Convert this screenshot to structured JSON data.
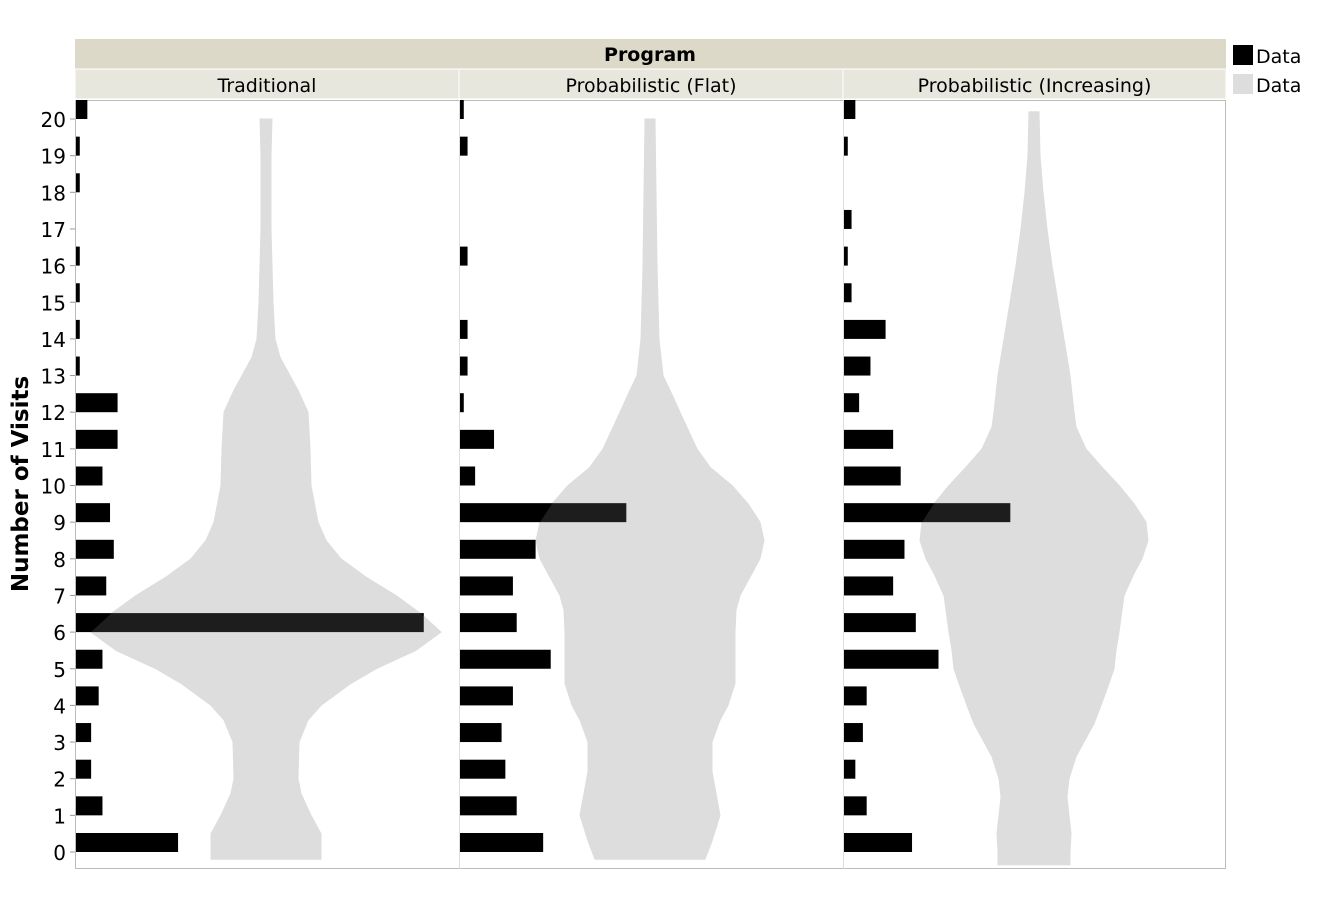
{
  "chart_data": {
    "type": "bar",
    "title": "",
    "group_header": "Program",
    "ylabel": "Number of Visits",
    "ylim": [
      0,
      20
    ],
    "yticks": [
      0,
      1,
      2,
      3,
      4,
      5,
      6,
      7,
      8,
      9,
      10,
      11,
      12,
      13,
      14,
      15,
      16,
      17,
      18,
      19,
      20
    ],
    "legend": {
      "placement": "top-right",
      "entries": [
        {
          "label": "Data",
          "color": "#000000"
        },
        {
          "label": "Data",
          "color": "#dddddd"
        }
      ]
    },
    "bar_color": "#000000",
    "violin_color": "#dddddd",
    "panels": [
      {
        "name": "Traditional",
        "counts": [
          27,
          7,
          4,
          4,
          6,
          7,
          92,
          8,
          10,
          9,
          7,
          11,
          11,
          1,
          1,
          1,
          1,
          0,
          1,
          1,
          3
        ],
        "violin_density": [
          [
            -0.2,
            0.55
          ],
          [
            0.5,
            0.55
          ],
          [
            1,
            0.45
          ],
          [
            1.6,
            0.35
          ],
          [
            2,
            0.32
          ],
          [
            3,
            0.33
          ],
          [
            3.6,
            0.42
          ],
          [
            4,
            0.55
          ],
          [
            4.6,
            0.85
          ],
          [
            5,
            1.1
          ],
          [
            5.5,
            1.5
          ],
          [
            6,
            1.75
          ],
          [
            6.5,
            1.55
          ],
          [
            7,
            1.3
          ],
          [
            7.5,
            1.0
          ],
          [
            8,
            0.75
          ],
          [
            8.5,
            0.6
          ],
          [
            9,
            0.52
          ],
          [
            10,
            0.45
          ],
          [
            11,
            0.44
          ],
          [
            12,
            0.42
          ],
          [
            12.6,
            0.32
          ],
          [
            13,
            0.24
          ],
          [
            13.5,
            0.14
          ],
          [
            14,
            0.09
          ],
          [
            15,
            0.07
          ],
          [
            17,
            0.05
          ],
          [
            19,
            0.05
          ],
          [
            20,
            0.06
          ]
        ]
      },
      {
        "name": "Probabilistic (Flat)",
        "counts": [
          22,
          15,
          12,
          11,
          14,
          24,
          15,
          14,
          20,
          44,
          4,
          9,
          1,
          2,
          2,
          0,
          2,
          0,
          0,
          2,
          1
        ],
        "violin_density": [
          [
            -0.2,
            0.55
          ],
          [
            0.3,
            0.62
          ],
          [
            1,
            0.7
          ],
          [
            1.6,
            0.66
          ],
          [
            2.2,
            0.62
          ],
          [
            3,
            0.62
          ],
          [
            3.6,
            0.7
          ],
          [
            4,
            0.78
          ],
          [
            4.6,
            0.85
          ],
          [
            5,
            0.85
          ],
          [
            6,
            0.85
          ],
          [
            6.6,
            0.86
          ],
          [
            7,
            0.9
          ],
          [
            7.5,
            1.0
          ],
          [
            8,
            1.1
          ],
          [
            8.5,
            1.14
          ],
          [
            9,
            1.1
          ],
          [
            9.5,
            0.98
          ],
          [
            10,
            0.82
          ],
          [
            10.5,
            0.6
          ],
          [
            11,
            0.47
          ],
          [
            12,
            0.3
          ],
          [
            12.6,
            0.2
          ],
          [
            13,
            0.13
          ],
          [
            14,
            0.09
          ],
          [
            15,
            0.08
          ],
          [
            16,
            0.07
          ],
          [
            18,
            0.06
          ],
          [
            20,
            0.05
          ]
        ]
      },
      {
        "name": "Probabilistic (Increasing)",
        "counts": [
          18,
          6,
          3,
          5,
          6,
          25,
          19,
          13,
          16,
          44,
          15,
          13,
          4,
          7,
          11,
          2,
          1,
          2,
          0,
          1,
          3
        ],
        "violin_density": [
          [
            -0.35,
            0.36
          ],
          [
            0,
            0.36
          ],
          [
            0.5,
            0.37
          ],
          [
            1,
            0.35
          ],
          [
            1.5,
            0.33
          ],
          [
            2,
            0.35
          ],
          [
            2.6,
            0.42
          ],
          [
            3,
            0.5
          ],
          [
            3.5,
            0.6
          ],
          [
            4,
            0.67
          ],
          [
            4.6,
            0.75
          ],
          [
            5,
            0.8
          ],
          [
            5.5,
            0.82
          ],
          [
            6,
            0.85
          ],
          [
            7,
            0.9
          ],
          [
            7.6,
            1.0
          ],
          [
            8,
            1.08
          ],
          [
            8.5,
            1.14
          ],
          [
            9,
            1.12
          ],
          [
            9.5,
            1.0
          ],
          [
            10,
            0.85
          ],
          [
            10.5,
            0.68
          ],
          [
            11,
            0.52
          ],
          [
            11.6,
            0.42
          ],
          [
            12,
            0.4
          ],
          [
            13,
            0.36
          ],
          [
            14,
            0.3
          ],
          [
            15,
            0.24
          ],
          [
            16,
            0.18
          ],
          [
            17,
            0.13
          ],
          [
            18,
            0.09
          ],
          [
            19,
            0.06
          ],
          [
            20.2,
            0.05
          ]
        ]
      }
    ]
  }
}
